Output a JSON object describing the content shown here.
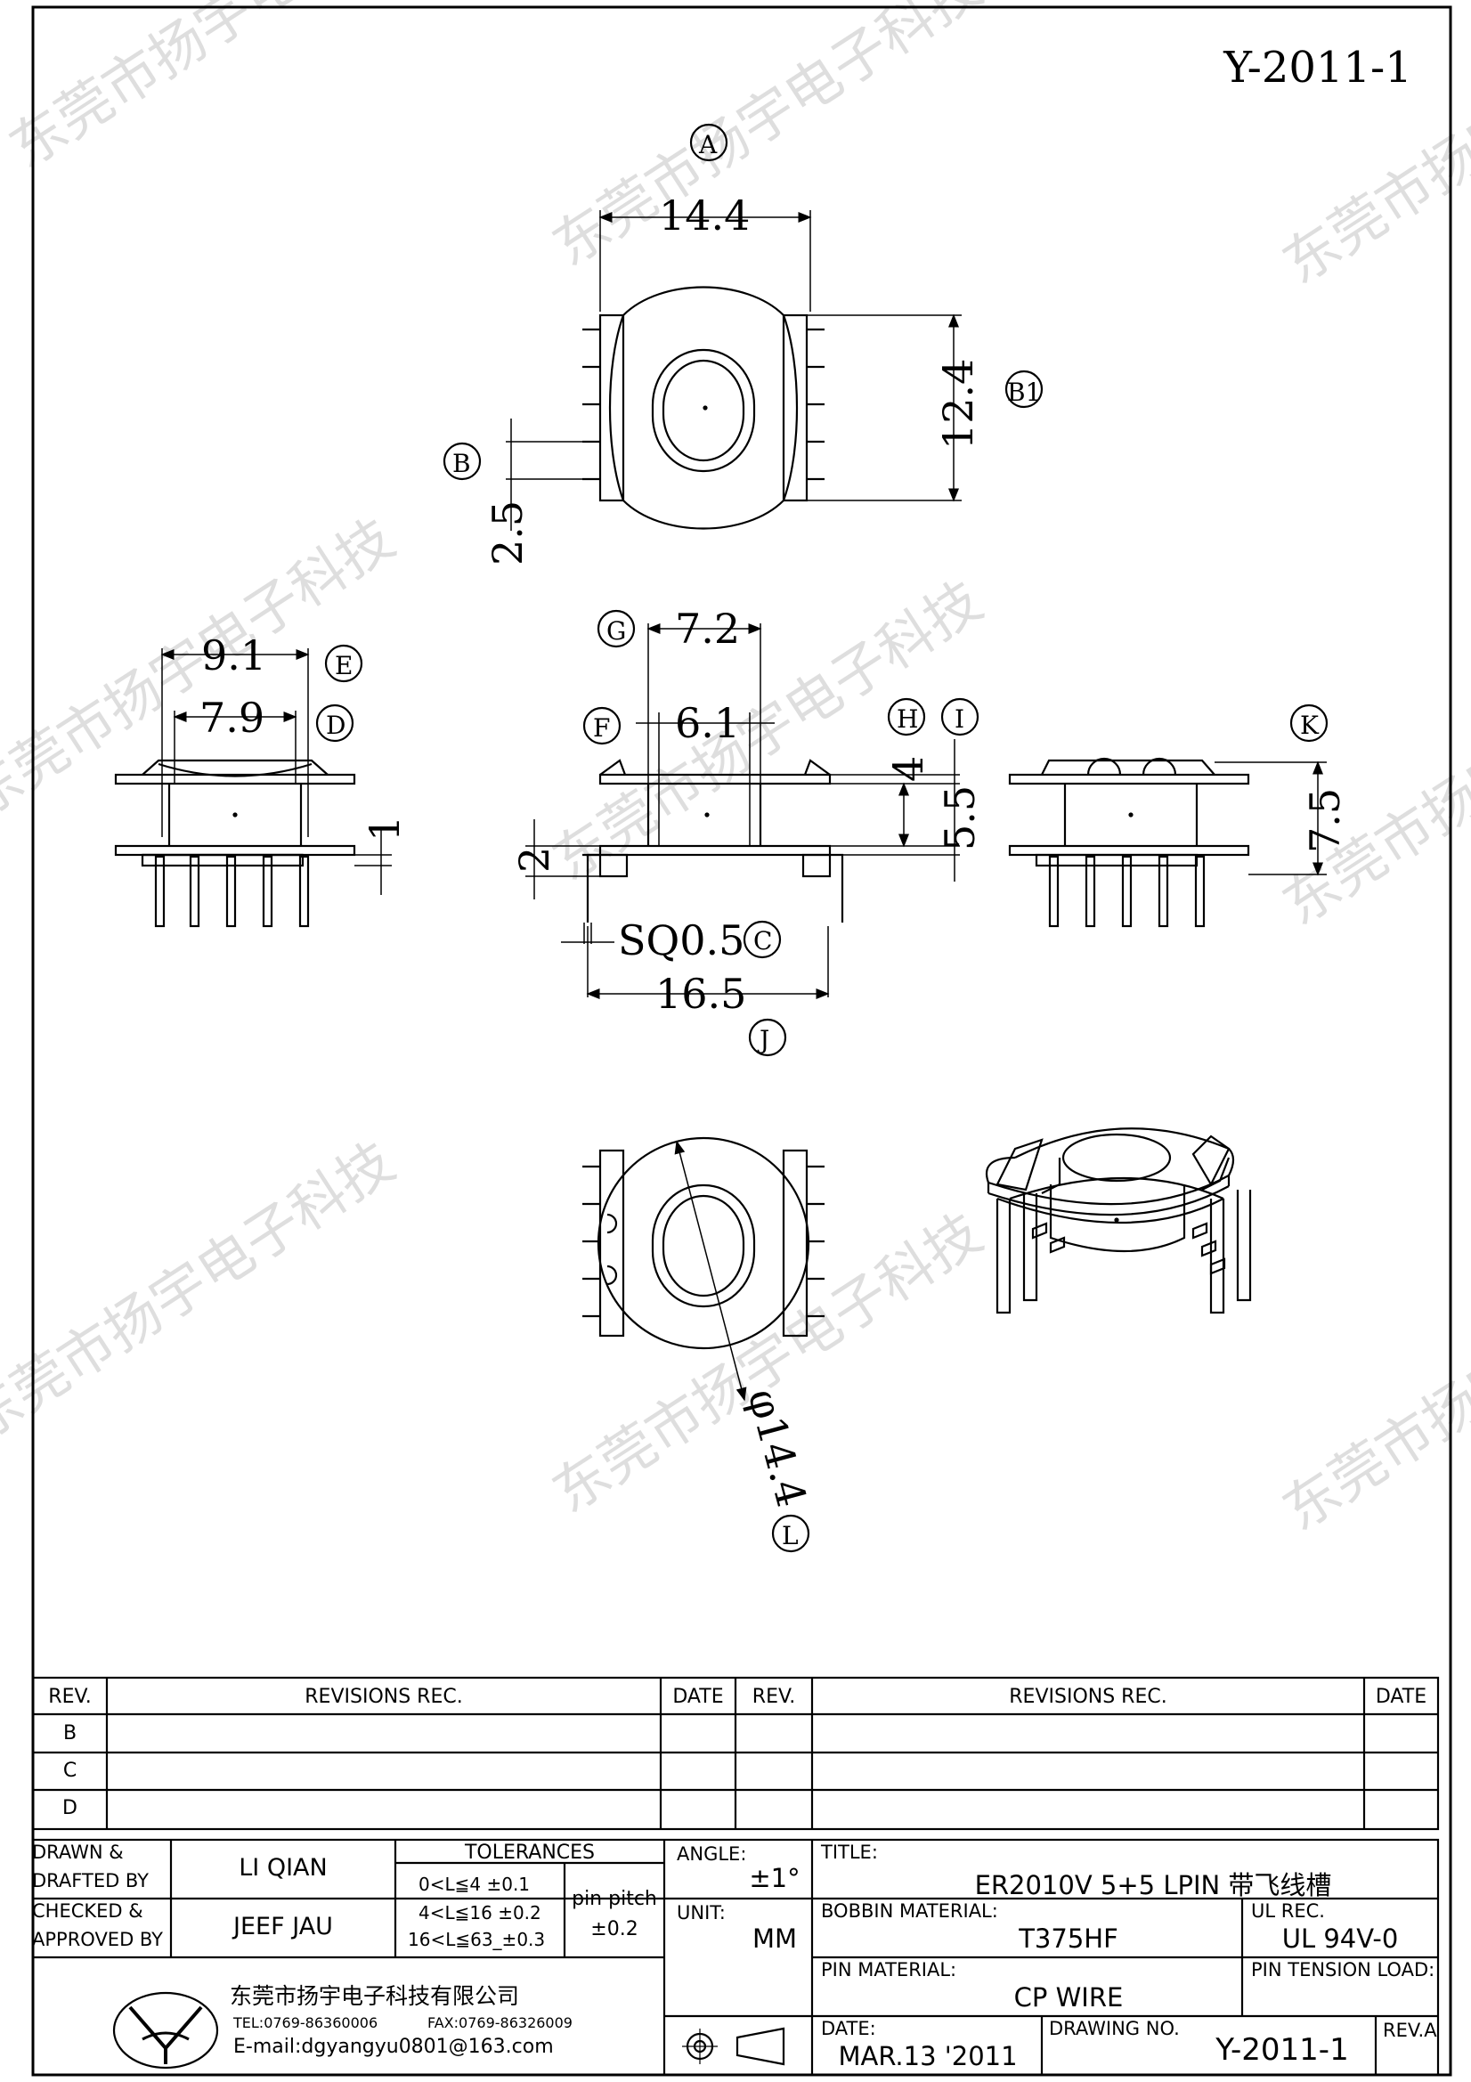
{
  "drawing_number_top": "Y-2011-1",
  "watermark_text": "东莞市扬宇电子科技",
  "views": {
    "top": {
      "dims": {
        "A_width": "14.4",
        "B1_height": "12.4",
        "B_pitch": "2.5"
      },
      "callouts": {
        "A": "A",
        "B1": "B1",
        "B": "B"
      }
    },
    "side_left": {
      "dims": {
        "E": "9.1",
        "D": "7.9",
        "pin_len": "1"
      },
      "callouts": {
        "E": "E",
        "D": "D"
      }
    },
    "front": {
      "dims": {
        "G": "7.2",
        "F": "6.1",
        "H_I": "4",
        "gap": "5.5",
        "low": "2",
        "pin": "SQ0.5",
        "J": "16.5"
      },
      "callouts": {
        "G": "G",
        "F": "F",
        "H": "H",
        "I": "I",
        "C": "C",
        "J": "J"
      }
    },
    "side_right": {
      "dims": {
        "K": "7.5"
      },
      "callouts": {
        "K": "K"
      }
    },
    "bottom": {
      "dims": {
        "L": "φ14.4"
      },
      "callouts": {
        "L": "L"
      }
    }
  },
  "revisions": {
    "headers": {
      "rev": "REV.",
      "rec": "REVISIONS   REC.",
      "date": "DATE"
    },
    "rows": [
      "B",
      "C",
      "D"
    ]
  },
  "title_block": {
    "drawn_label": "DRAWN &",
    "drafted_label": "DRAFTED BY",
    "drawn_by": "LI QIAN",
    "checked_label": "CHECKED &",
    "approved_label": "APPROVED BY",
    "approved_by": "JEEF JAU",
    "tolerances_label": "TOLERANCES",
    "tol1": "0<L≦4    ±0.1",
    "tol2": "4<L≦16  ±0.2",
    "tol3": "16<L≦63_±0.3",
    "pin_pitch_label": "pin pitch",
    "pin_pitch_value": "±0.2",
    "angle_label": "ANGLE:",
    "angle_value": "±1°",
    "unit_label": "UNIT:",
    "unit_value": "MM",
    "title_label": "TITLE:",
    "title_value": "ER2010V 5+5 LPIN 带飞线槽",
    "bobbin_label": "BOBBIN MATERIAL:",
    "bobbin_value": "T375HF",
    "ul_label": "UL REC.",
    "ul_value": "UL 94V-0",
    "pin_material_label": "PIN MATERIAL:",
    "pin_material_value": "CP WIRE",
    "pin_tension_label": "PIN TENSION LOAD:",
    "date_label": "DATE:",
    "date_value": "MAR.13 '2011",
    "drawing_no_label": "DRAWING NO.",
    "drawing_no_value": "Y-2011-1",
    "rev_label": "REV.A",
    "company_name": "东莞市扬宇电子科技有限公司",
    "tel": "TEL:0769-86360006",
    "fax": "FAX:0769-86326009",
    "email": "E-mail:dgyangyu0801@163.com"
  }
}
